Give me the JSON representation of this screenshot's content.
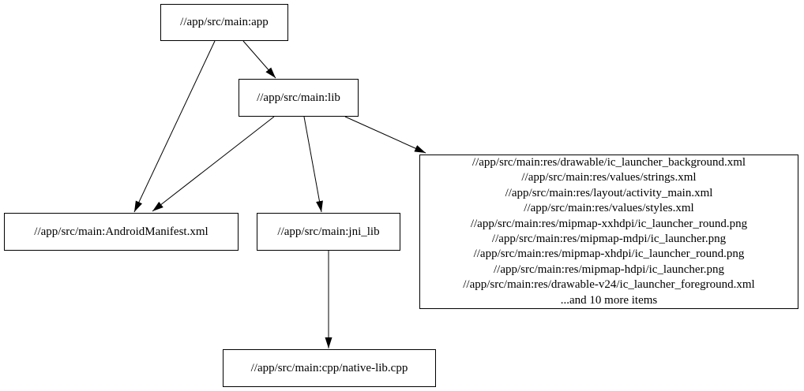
{
  "diagram": {
    "type": "directed-graph",
    "background_color": "#ffffff",
    "stroke_color": "#000000",
    "text_color": "#000000",
    "nodes": {
      "app": {
        "label": "//app/src/main:app"
      },
      "lib": {
        "label": "//app/src/main:lib"
      },
      "android_manifest": {
        "label": "//app/src/main:AndroidManifest.xml"
      },
      "jni_lib": {
        "label": "//app/src/main:jni_lib"
      },
      "resources": {
        "lines": [
          "//app/src/main:res/drawable/ic_launcher_background.xml",
          "//app/src/main:res/values/strings.xml",
          "//app/src/main:res/layout/activity_main.xml",
          "//app/src/main:res/values/styles.xml",
          "//app/src/main:res/mipmap-xxhdpi/ic_launcher_round.png",
          "//app/src/main:res/mipmap-mdpi/ic_launcher.png",
          "//app/src/main:res/mipmap-xhdpi/ic_launcher_round.png",
          "//app/src/main:res/mipmap-hdpi/ic_launcher.png",
          "//app/src/main:res/drawable-v24/ic_launcher_foreground.xml",
          "...and 10 more items"
        ]
      },
      "native_lib_cpp": {
        "label": "//app/src/main:cpp/native-lib.cpp"
      }
    },
    "edges": [
      {
        "from": "app",
        "to": "lib"
      },
      {
        "from": "app",
        "to": "android_manifest"
      },
      {
        "from": "lib",
        "to": "android_manifest"
      },
      {
        "from": "lib",
        "to": "jni_lib"
      },
      {
        "from": "lib",
        "to": "resources"
      },
      {
        "from": "jni_lib",
        "to": "native_lib_cpp"
      }
    ]
  }
}
